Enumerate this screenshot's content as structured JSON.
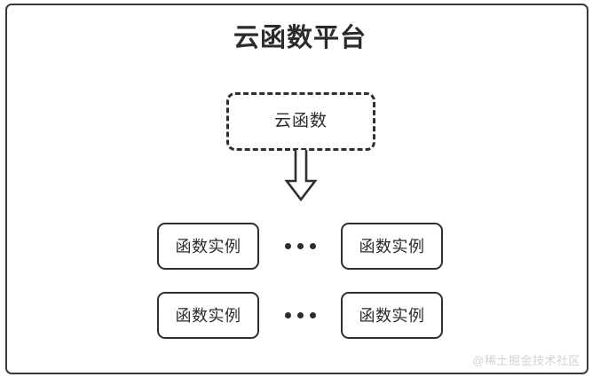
{
  "diagram": {
    "title": "云函数平台",
    "frame": {
      "border_color": "#3a3a3c",
      "background": "#ffffff"
    },
    "function_node": {
      "label": "云函数",
      "style": "dashed",
      "border_color": "#2f2f31"
    },
    "arrow": {
      "direction": "down",
      "icon": "arrow-down-outline-icon",
      "stroke_color": "#2f2f31",
      "fill_color": "#ffffff"
    },
    "instance_rows": [
      {
        "left_instance": "函数实例",
        "ellipsis": "•••",
        "right_instance": "函数实例"
      },
      {
        "left_instance": "函数实例",
        "ellipsis": "•••",
        "right_instance": "函数实例"
      }
    ],
    "watermark": "@稀土掘金技术社区",
    "colors": {
      "text": "#2b2b2b",
      "stroke": "#2f2f31",
      "watermark": "#d3d3d5",
      "background": "#ffffff"
    }
  }
}
